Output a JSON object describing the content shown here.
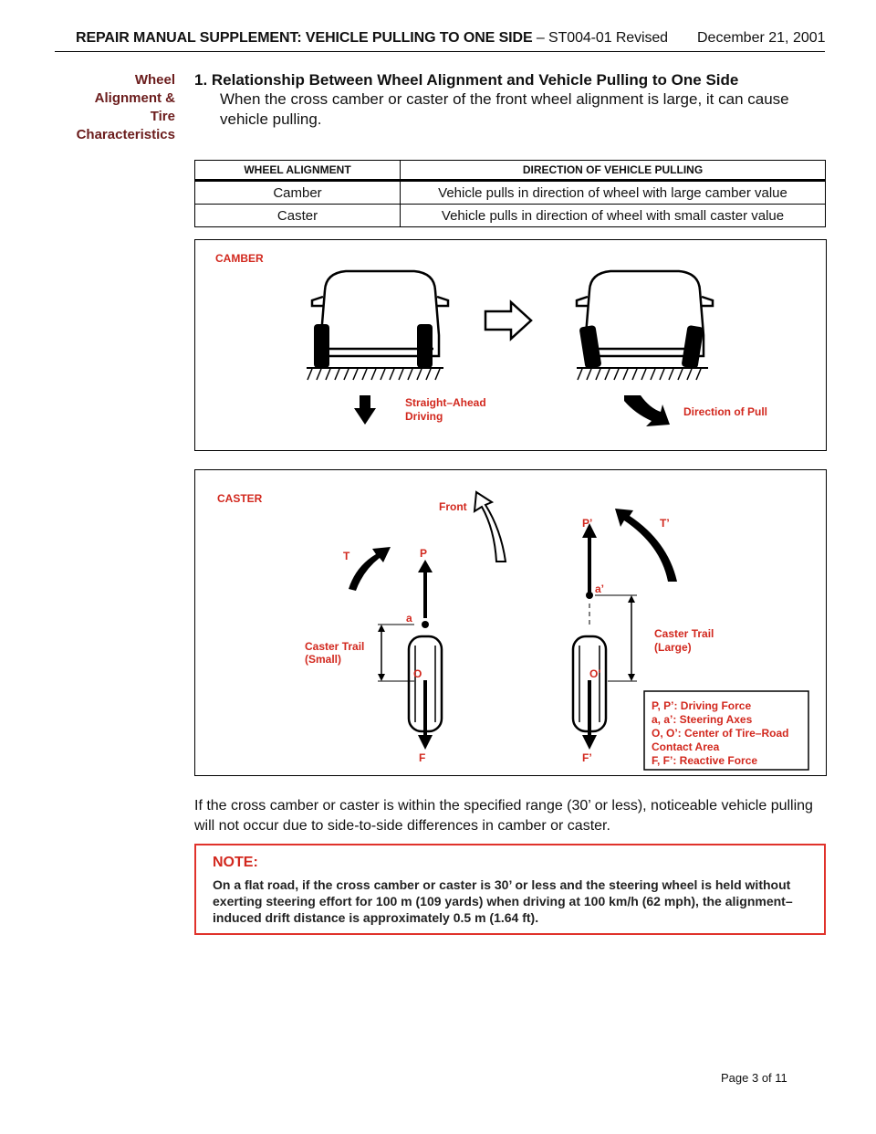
{
  "header": {
    "title_bold": "REPAIR MANUAL SUPPLEMENT: VEHICLE PULLING TO ONE SIDE",
    "title_rest": " – ST004-01 Revised",
    "date": "December 21, 2001"
  },
  "sidebar": {
    "lines": [
      "Wheel",
      "Alignment &",
      "Tire",
      "Characteristics"
    ]
  },
  "section": {
    "heading": "1.  Relationship Between Wheel Alignment and Vehicle Pulling to One Side",
    "body": "When the cross camber or caster of the front wheel alignment is large, it can cause vehicle pulling."
  },
  "table": {
    "headers": [
      "WHEEL ALIGNMENT",
      "DIRECTION OF VEHICLE PULLING"
    ],
    "rows": [
      [
        "Camber",
        "Vehicle pulls in direction of wheel with large camber value"
      ],
      [
        "Caster",
        "Vehicle pulls in direction of wheel with small caster value"
      ]
    ]
  },
  "camber_figure": {
    "title": "CAMBER",
    "straight_label_1": "Straight–Ahead",
    "straight_label_2": "Driving",
    "pull_label": "Direction of Pull"
  },
  "caster_figure": {
    "title": "CASTER",
    "front": "Front",
    "T": "T",
    "P": "P",
    "a": "a",
    "O": "O",
    "F": "F",
    "P2": "P’",
    "T2": "T’",
    "a2": "a’",
    "O2": "O’",
    "F2": "F’",
    "trail_small_1": "Caster Trail",
    "trail_small_2": "(Small)",
    "trail_large_1": "Caster Trail",
    "trail_large_2": "(Large)",
    "legend": [
      "P, P’: Driving Force",
      "a, a’: Steering Axes",
      "O, O’: Center of Tire–Road",
      "Contact Area",
      "F, F’: Reactive Force"
    ]
  },
  "paragraph": "If the cross camber or caster is within the specified range (30’ or less), noticeable vehicle pulling will not occur due to side-to-side differences in camber or caster.",
  "note": {
    "title": "NOTE:",
    "body": "On a flat road, if the cross camber or caster is 30’ or less and the steering wheel is held without exerting steering effort for 100 m (109 yards) when driving at 100 km/h (62 mph), the alignment–induced drift distance is approximately 0.5 m (1.64 ft)."
  },
  "footer": {
    "page": "Page 3 of 11"
  },
  "colors": {
    "accent": "#d2281e",
    "sidebar": "#6b1c1c"
  }
}
